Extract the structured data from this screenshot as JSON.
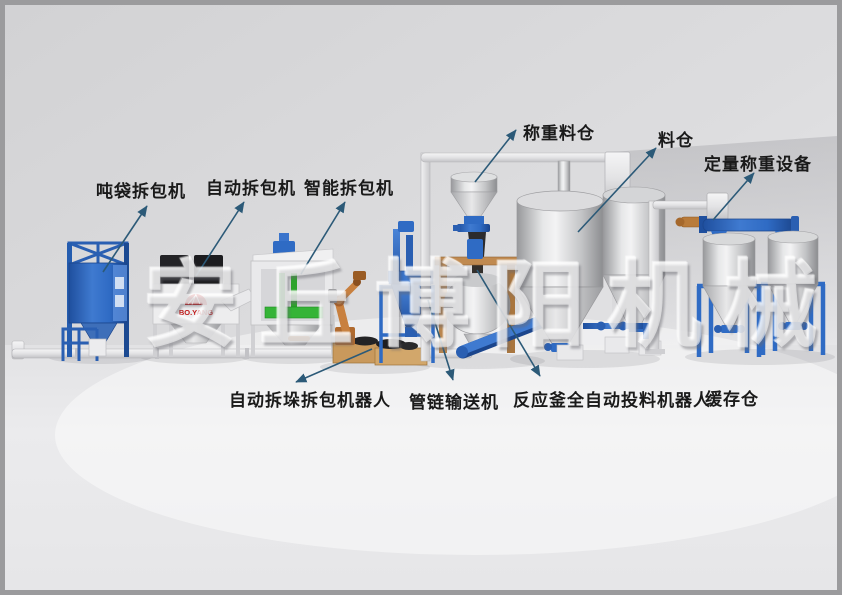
{
  "scene": {
    "watermark": "安丘博阳机械",
    "brand_logo": "BO.YANG"
  },
  "labels": {
    "ton_bag_unpacker": "吨袋拆包机",
    "auto_unpacker": "自动拆包机",
    "smart_unpacker": "智能拆包机",
    "weighing_silo": "称重料仓",
    "silo": "料仓",
    "quantitative_weighing": "定量称重设备",
    "depalletizing_robot": "自动拆垛拆包机器人",
    "tube_chain_conveyor": "管链输送机",
    "reactor_feeding_robot": "反应釜全自动投料机器人",
    "buffer_silo": "缓存仓"
  },
  "colors": {
    "machine_blue": "#2f6bc4",
    "machine_blue_dark": "#1f4f9e",
    "steel_light": "#e9eaeb",
    "steel_dark": "#9d9ea1",
    "robot_orange": "#c8803f",
    "belt_green": "#35b437",
    "logo_red": "#c01818",
    "arrow_color": "#2c5a78",
    "label_color": "#1a1a1a",
    "backdrop": "#d9d9db",
    "frame_border": "#9b9b9d"
  }
}
